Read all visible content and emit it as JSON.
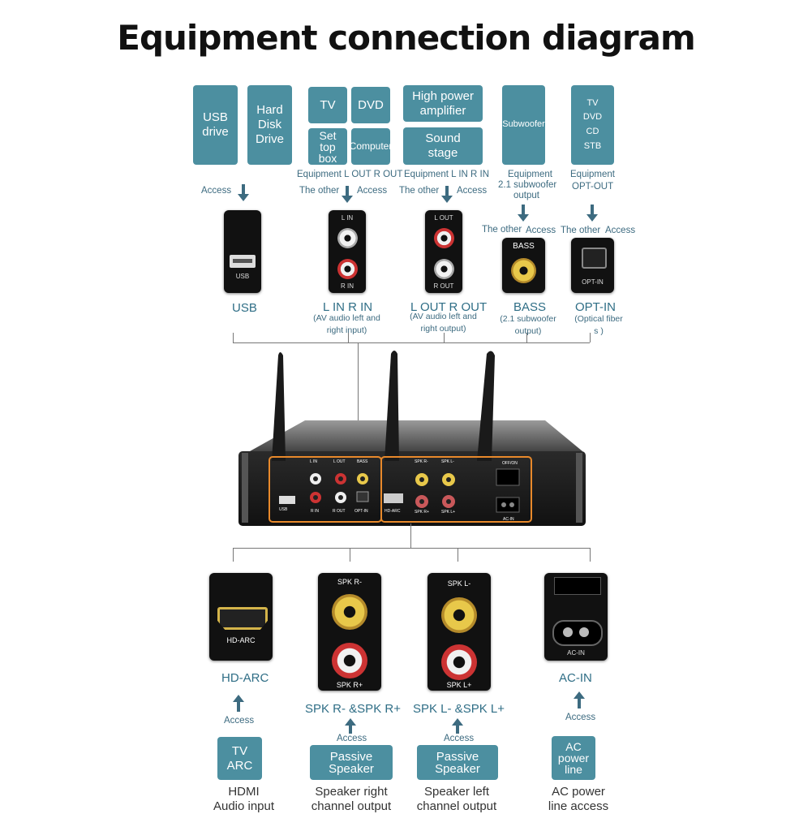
{
  "title": "Equipment connection diagram",
  "top_sources": {
    "usb_drive": "USB\ndrive",
    "hard_disk": "Hard\nDisk\nDrive",
    "tv": "TV",
    "dvd": "DVD",
    "set_top_box": "Set\ntop\nbox",
    "computer": "Computer",
    "high_power_amp": "High power\namplifier",
    "sound_stage": "Sound\nstage",
    "subwoofer": "Subwoofer",
    "optical_devices": "TV\nDVD\nCD\nSTB"
  },
  "top_captions": {
    "usb_access": "Access",
    "lin_line1": "Equipment L OUT  R OUT",
    "lin_line2_left": "The other",
    "lin_line2_right": "Access",
    "lout_line1": "Equipment L IN  R IN",
    "lout_line2_left": "The other",
    "lout_line2_right": "Access",
    "bass_line1": "Equipment",
    "bass_line2": "2.1 subwoofer",
    "bass_line3": "output",
    "bass_access_left": "The other",
    "bass_access_right": "Access",
    "opt_line1": "Equipment",
    "opt_line2": "OPT-OUT",
    "opt_access_left": "The other",
    "opt_access_right": "Access"
  },
  "top_ports": {
    "usb_label": "USB",
    "lin_top": "L IN",
    "lin_bottom": "R IN",
    "lout_top": "L OUT",
    "lout_bottom": "R OUT",
    "bass_label": "BASS",
    "opt_label": "OPT-IN"
  },
  "top_port_names": {
    "usb": "USB",
    "lin": "L IN   R IN",
    "lin_note": "(AV audio left and\nright input)",
    "lout": "L OUT R OUT",
    "lout_note": "(AV audio left and\nright output)",
    "bass": "BASS",
    "bass_note": "(2.1 subwoofer output)",
    "opt": "OPT-IN",
    "opt_note": "(Optical fiber s )"
  },
  "device_labels": {
    "usb": "USB",
    "lin": "L IN",
    "lout": "L OUT",
    "bass": "BASS",
    "rin": "R IN",
    "rout": "R OUT",
    "optin": "OPT-IN",
    "hdarc": "HD-ARC",
    "spkr_minus": "SPK R-",
    "spkl_minus": "SPK L-",
    "spkr_plus": "SPK R+",
    "spkl_plus": "SPK L+",
    "offon": "OFF/ON",
    "acin": "AC-IN"
  },
  "bottom_ports": {
    "hdarc_label": "HD-ARC",
    "spkr_top": "SPK R-",
    "spkr_bottom": "SPK R+",
    "spkl_top": "SPK L-",
    "spkl_bottom": "SPK L+",
    "acin_label": "AC-IN"
  },
  "bottom_port_names": {
    "hdarc": "HD-ARC",
    "spkr": "SPK R- &SPK R+",
    "spkl": "SPK L- &SPK L+",
    "acin": "AC-IN"
  },
  "bottom_access": {
    "hdarc": "Access",
    "spkr": "Access",
    "spkl": "Access",
    "acin": "Access"
  },
  "bottom_sources": {
    "tv_arc": "TV\nARC",
    "passive_right": "Passive\nSpeaker",
    "passive_left": "Passive\nSpeaker",
    "ac_power": "AC\npower\nline"
  },
  "bottom_descriptions": {
    "hdmi": "HDMI\nAudio input",
    "speaker_right": "Speaker right\nchannel output",
    "speaker_left": "Speaker left\nchannel output",
    "ac_power": "AC power\nline access"
  },
  "colors": {
    "tile": "#4c8fa0",
    "label": "#2f6e86",
    "highlight": "#e8892b"
  }
}
